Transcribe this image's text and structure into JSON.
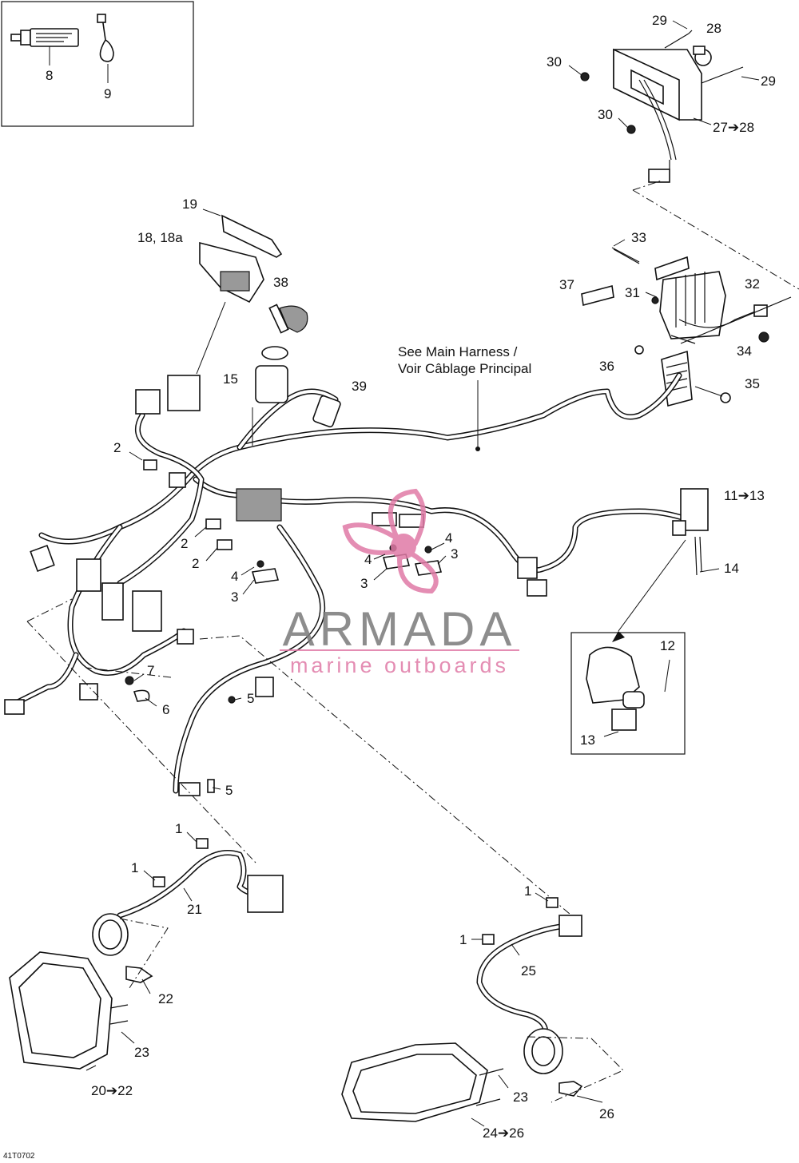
{
  "harness_label": {
    "line1": "See Main Harness /",
    "line2": "Voir Câblage Principal"
  },
  "watermark": {
    "title": "ARMADA",
    "subtitle": "marine outboards",
    "color": "#e07aa6"
  },
  "reference_code": "41T0702",
  "callouts": {
    "c8": "8",
    "c9": "9",
    "c29a": "29",
    "c28": "28",
    "c29b": "29",
    "c30a": "30",
    "c30b": "30",
    "c27": "27➔28",
    "c19": "19",
    "c18": "18, 18a",
    "c38": "38",
    "c15": "15",
    "c39": "39",
    "c33": "33",
    "c37": "37",
    "c31": "31",
    "c32": "32",
    "c36": "36",
    "c34": "34",
    "c35": "35",
    "c2a": "2",
    "c2b": "2",
    "c2c": "2",
    "c4a": "4",
    "c3a": "3",
    "c4b": "4",
    "c3b": "3",
    "c4c": "4",
    "c3c": "3",
    "c11": "11➔13",
    "c14": "14",
    "c12": "12",
    "c13": "13",
    "c7": "7",
    "c6": "6",
    "c5a": "5",
    "c5b": "5",
    "c1a": "1",
    "c1b": "1",
    "c21": "21",
    "c1c": "1",
    "c1d": "1",
    "c25": "25",
    "c22": "22",
    "c23a": "23",
    "c20": "20➔22",
    "c23b": "23",
    "c26": "26",
    "c24": "24➔26"
  }
}
